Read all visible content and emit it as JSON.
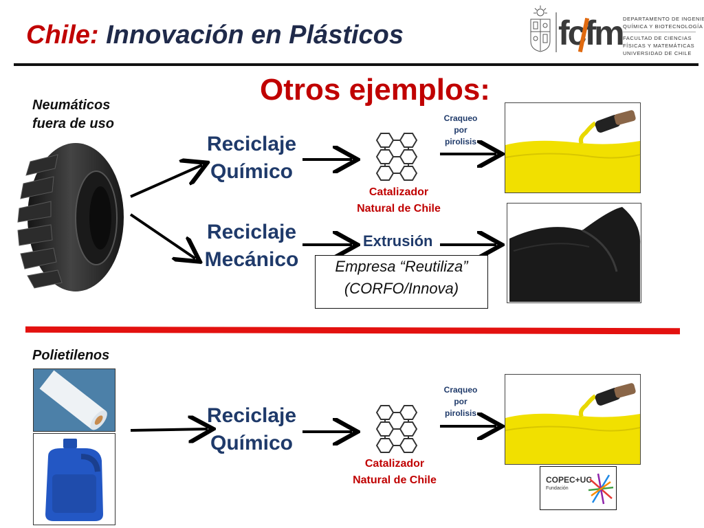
{
  "header": {
    "title_accent": "Chile:",
    "title_rest": " Innovación en Plásticos",
    "logo": {
      "fcfm": "fcfm",
      "dept_line1": "DEPARTAMENTO DE INGENIERÍA",
      "dept_line2": "QUÍMICA Y BIOTECNOLOGÍA",
      "fac_line1": "FACULTAD DE CIENCIAS",
      "fac_line2": "FÍSICAS Y MATEMÁTICAS",
      "fac_line3": "UNIVERSIDAD DE CHILE"
    }
  },
  "heading": "Otros ejemplos:",
  "section_tires": {
    "label_line1": "Neumáticos",
    "label_line2": "fuera de uso",
    "chem_line1": "Reciclaje",
    "chem_line2": "Químico",
    "mech_line1": "Reciclaje",
    "mech_line2": "Mecánico",
    "cracking_line1": "Craqueo",
    "cracking_line2": "por",
    "cracking_line3": "pirolisis",
    "catalyst_line1": "Catalizador",
    "catalyst_line2": "Natural de Chile",
    "extrusion": "Extrusión",
    "company_line1": "Empresa “Reutiliza”",
    "company_line2": "(CORFO/Innova)"
  },
  "section_poly": {
    "label": "Polietilenos",
    "chem_line1": "Reciclaje",
    "chem_line2": "Químico",
    "cracking_line1": "Craqueo",
    "cracking_line2": "por",
    "cracking_line3": "pirolisis",
    "catalyst_line1": "Catalizador",
    "catalyst_line2": "Natural de Chile",
    "sponsor_line1": "COPEC+UC",
    "sponsor_line2": "Fundación"
  },
  "colors": {
    "title_accent": "#c00000",
    "title_dark": "#1f2a4a",
    "process_blue": "#1f3a6a",
    "divider_red": "#e3110f",
    "fuel_yellow": "#f1e000"
  }
}
